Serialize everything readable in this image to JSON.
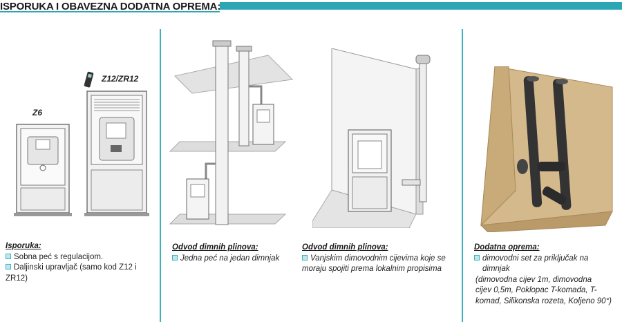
{
  "header": {
    "title": "ISPORUKA I OBAVEZNA DODATNA OPREMA:",
    "accent_color": "#2aa6b4"
  },
  "col1": {
    "label_small": "Z6",
    "label_big": "Z12/ZR12",
    "title": "Isporuka:",
    "items": [
      "Sobna peć s regulacijom.",
      "Daljinski upravljač (samo kod Z12 i ZR12)"
    ]
  },
  "col2": {
    "title": "Odvod dimnih plinova:",
    "items": [
      "Jedna peć na jedan dimnjak"
    ]
  },
  "col3": {
    "title": "Odvod dimnih plinova:",
    "items": [
      "Vanjskim dimovodnim cijevima koje se moraju spojiti prema lokalnim propisima"
    ]
  },
  "col4": {
    "title": "Dodatna oprema:",
    "item_line1": "dimovodni set za priključak na",
    "item_line2": "dimnjak",
    "detail_lines": [
      "(dimovodna cijev 1m, dimovodna",
      "cijev 0,5m, Poklopac T-komada, T-",
      "komad, Silikonska rozeta, Koljeno 90°)"
    ]
  }
}
